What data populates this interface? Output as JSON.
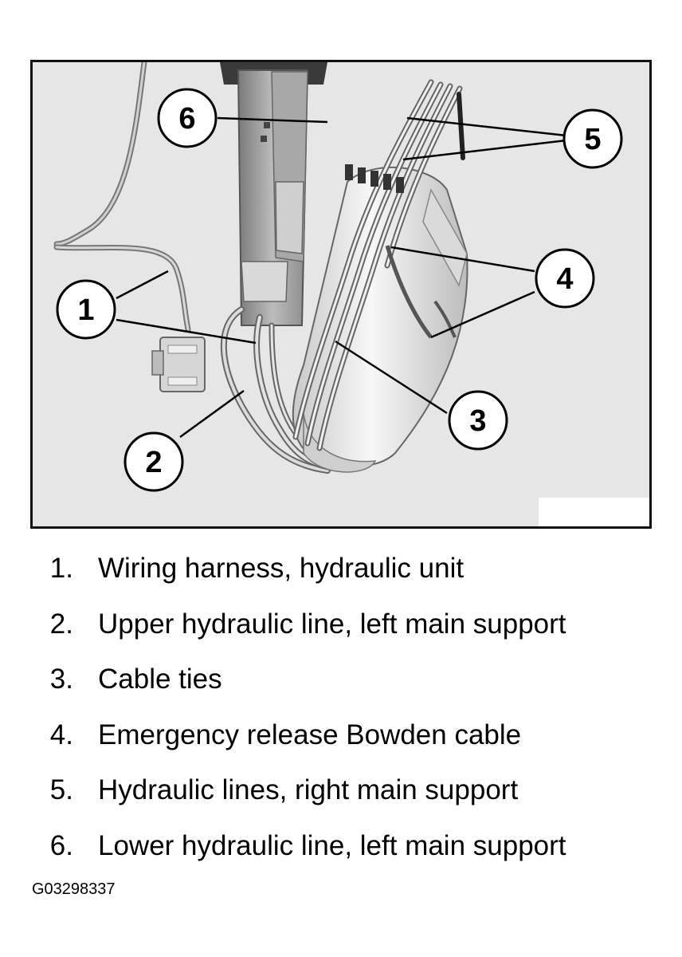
{
  "figure": {
    "callouts": [
      "1",
      "2",
      "3",
      "4",
      "5",
      "6"
    ]
  },
  "legend": [
    {
      "number": "1.",
      "text": "Wiring harness, hydraulic unit"
    },
    {
      "number": "2.",
      "text": "Upper hydraulic line, left main support"
    },
    {
      "number": "3.",
      "text": "Cable ties"
    },
    {
      "number": "4.",
      "text": "Emergency release Bowden cable"
    },
    {
      "number": "5.",
      "text": "Hydraulic lines, right main support"
    },
    {
      "number": "6.",
      "text": "Lower hydraulic line, left main support"
    }
  ],
  "figure_id": "G03298337"
}
